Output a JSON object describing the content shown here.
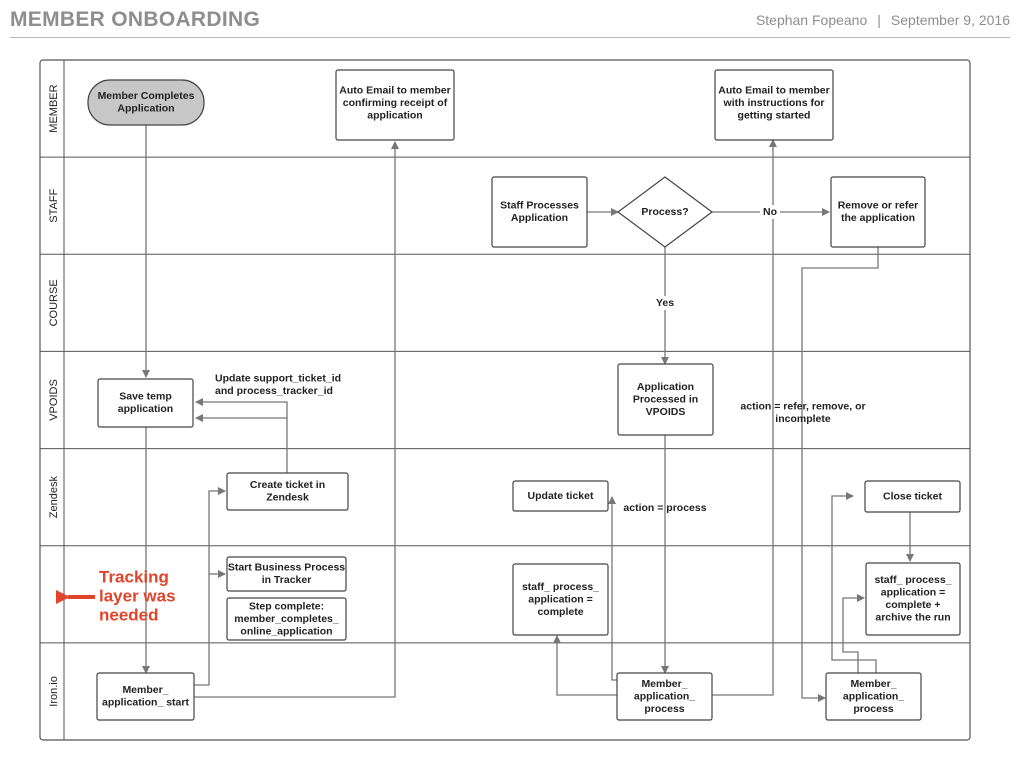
{
  "header": {
    "title": "MEMBER ONBOARDING",
    "author": "Stephan Fopeano",
    "separator": "|",
    "date": "September 9, 2016"
  },
  "lanes": [
    "MEMBER",
    "STAFF",
    "COURSE",
    "VPOIDS",
    "Zendesk",
    "",
    "Iron.io"
  ],
  "nodes": {
    "member_completes": [
      "Member Completes",
      "Application"
    ],
    "auto_email_receipt": [
      "Auto Email to member",
      "confirming receipt of",
      "application"
    ],
    "auto_email_instructions": [
      "Auto Email to member",
      "with instructions for",
      "getting started"
    ],
    "staff_processes": [
      "Staff Processes",
      "Application"
    ],
    "process_decision": [
      "Process?"
    ],
    "remove_or_refer": [
      "Remove or refer",
      "the application"
    ],
    "save_temp": [
      "Save temp",
      "application"
    ],
    "application_processed": [
      "Application",
      "Processed in",
      "VPOIDS"
    ],
    "create_ticket": [
      "Create ticket in",
      "Zendesk"
    ],
    "update_ticket": [
      "Update ticket"
    ],
    "close_ticket": [
      "Close ticket"
    ],
    "start_business_process": [
      "Start Business Process",
      "in Tracker"
    ],
    "step_complete": [
      "Step complete:",
      "member_completes_",
      "online_application"
    ],
    "staff_process_complete": [
      "staff_ process_",
      "application =",
      "complete"
    ],
    "staff_process_archive": [
      "staff_ process_",
      "application =",
      "complete +",
      "archive the run"
    ],
    "member_application_start": [
      "Member_",
      "application_ start"
    ],
    "member_application_process_1": [
      "Member_",
      "application_",
      "process"
    ],
    "member_application_process_2": [
      "Member_",
      "application_",
      "process"
    ]
  },
  "edge_labels": {
    "no": "No",
    "yes": "Yes",
    "update_ids": [
      "Update support_ticket_id",
      "and process_tracker_id"
    ],
    "action_refer": [
      "action = refer, remove, or",
      "incomplete"
    ],
    "action_process": "action = process"
  },
  "annotation": [
    "Tracking",
    "layer was",
    "needed"
  ],
  "colors": {
    "start_fill": "#c7c7c7",
    "annotation": "#e0452b",
    "arrow": "#777777",
    "border": "#444444"
  }
}
